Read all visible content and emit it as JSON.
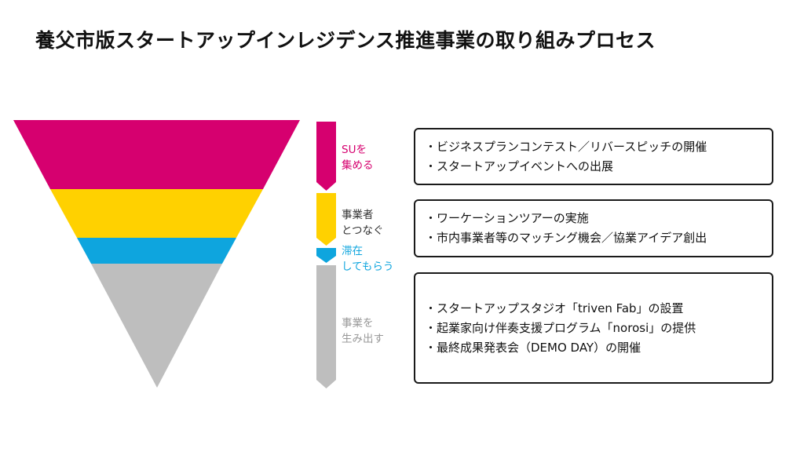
{
  "title": "養父市版スタートアップインレジデンス推進事業の取り組みプロセス",
  "colors": {
    "magenta": "#D6006F",
    "yellow": "#FFD100",
    "blue": "#0EA5DE",
    "gray": "#BEBEBE"
  },
  "stages": [
    {
      "label": "SUを\n集める",
      "color": "#D6006F"
    },
    {
      "label": "事業者\nとつなぐ",
      "color": "#333333"
    },
    {
      "label": "滞在\nしてもらう",
      "color": "#0EA5DE"
    },
    {
      "label": "事業を\n生み出す",
      "color": "#999999"
    }
  ],
  "boxes": [
    {
      "items": [
        "・ビジネスプランコンテスト／リバースピッチの開催",
        "・スタートアップイベントへの出展"
      ]
    },
    {
      "items": [
        "・ワーケーションツアーの実施",
        "・市内事業者等のマッチング機会／協業アイデア創出"
      ]
    },
    {
      "items": [
        "・スタートアップスタジオ「triven Fab」の設置",
        "・起業家向け伴奏支援プログラム「norosi」の提供",
        "・最終成果発表会（DEMO DAY）の開催"
      ]
    }
  ]
}
